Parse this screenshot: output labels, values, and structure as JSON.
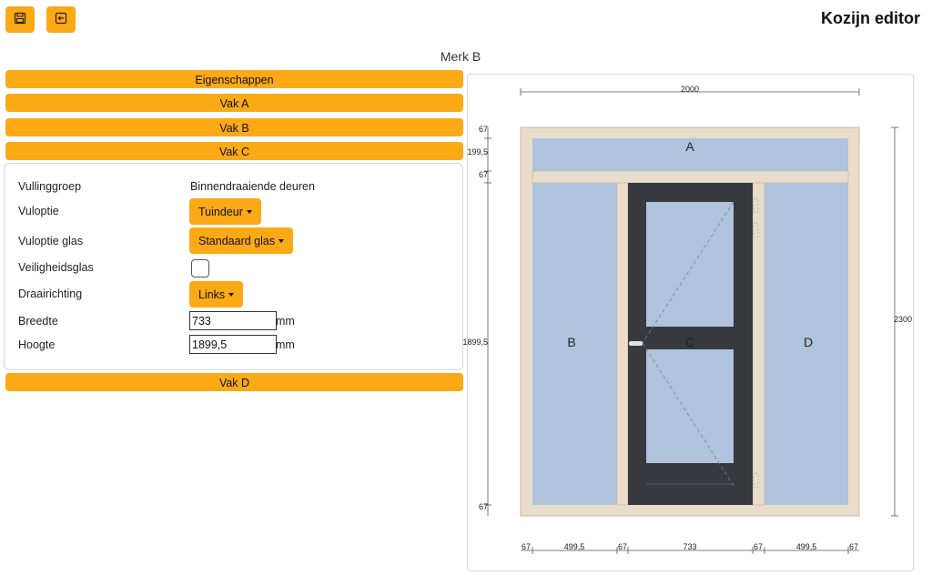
{
  "app": {
    "title": "Kozijn editor"
  },
  "toolbar": {
    "save_icon": "floppy-disk-icon",
    "back_icon": "arrow-left-box-icon"
  },
  "merk": {
    "title": "Merk B"
  },
  "panels": {
    "eigenschappen": "Eigenschappen",
    "vak_a": "Vak A",
    "vak_b": "Vak B",
    "vak_c": "Vak C",
    "vak_d": "Vak D"
  },
  "vak_c_props": {
    "vullinggroep_label": "Vullinggroep",
    "vullinggroep_value": "Binnendraaiende deuren",
    "vuloptie_label": "Vuloptie",
    "vuloptie_value": "Tuindeur",
    "vuloptie_glas_label": "Vuloptie glas",
    "vuloptie_glas_value": "Standaard glas",
    "veiligheidsglas_label": "Veiligheidsglas",
    "veiligheidsglas_checked": false,
    "draairichting_label": "Draairichting",
    "draairichting_value": "Links",
    "breedte_label": "Breedte",
    "breedte_value": "733",
    "breedte_unit": "mm",
    "hoogte_label": "Hoogte",
    "hoogte_value": "1899,5",
    "hoogte_unit": "mm"
  },
  "drawing": {
    "total_width": "2000",
    "total_height": "2300",
    "left_dims": {
      "top": "67",
      "upper": "199,5",
      "mid": "67",
      "main": "1899,5",
      "bottom": "67"
    },
    "bottom_dims": [
      "67",
      "499,5",
      "67",
      "733",
      "67",
      "499,5",
      "67"
    ],
    "vak_labels": {
      "a": "A",
      "b": "B",
      "c": "C",
      "d": "D"
    },
    "colors": {
      "frame": "#e8dccb",
      "frame_stroke": "#c9bba6",
      "glass": "#afc3dc",
      "door": "#36393d",
      "accent": "#fca916"
    }
  }
}
